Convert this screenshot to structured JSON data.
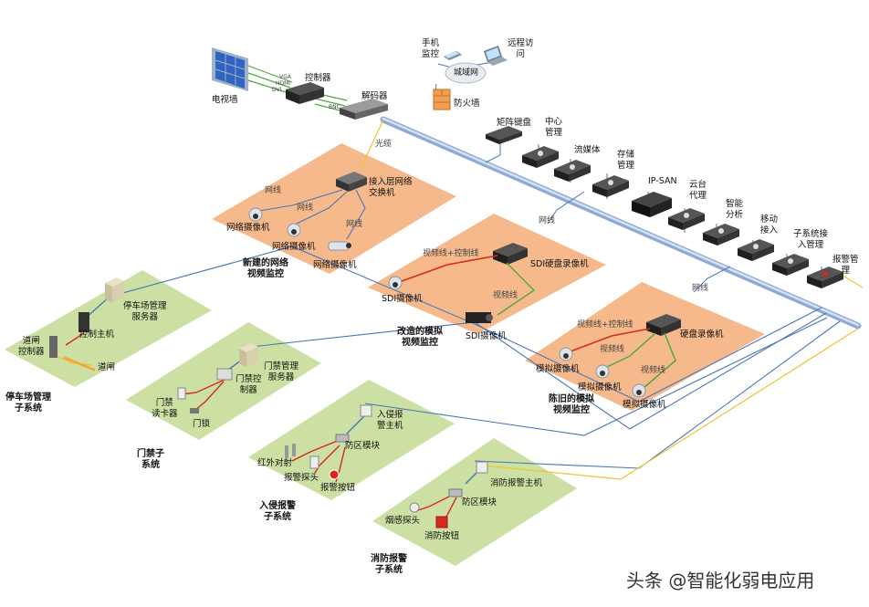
{
  "devices": {
    "tv_wall": "电视墙",
    "controller": "控制器",
    "decoder": "解码器",
    "firewall": "防火墙",
    "wan": "城域网",
    "mobile": "手机\n监控",
    "remote": "远程访\n问",
    "fiber": "光缆",
    "access_switch": "接入层网络\n交换机",
    "vga": "VGA",
    "hdmi": "HDMI",
    "dvi": "DVI",
    "bnc": "BNC"
  },
  "backbone": {
    "matrix_keyboard": "矩阵键盘",
    "center_mgmt": "中心\n管理",
    "streaming": "流媒体",
    "storage_mgmt": "存储\n管理",
    "ipsan": "IP-SAN",
    "ptz_proxy": "云台\n代理",
    "smart_analysis": "智能\n分析",
    "mobile_access": "移动\n接入",
    "subsys_access": "子系统接\n入管理",
    "alarm_mgmt": "报警管\n理"
  },
  "new_network": {
    "wire1": "网线",
    "wire2": "网线",
    "wire3": "网线",
    "cam1": "网络摄像机",
    "cam2": "网络摄像机",
    "cam3": "网络摄像机",
    "title": "新建的网络\n视频监控"
  },
  "sdi": {
    "uplink": "网线",
    "video_ctrl": "视频线+控制线",
    "video": "视频线",
    "recorder": "SDI硬盘录像机",
    "cam1": "SDI摄像机",
    "cam2": "SDI摄像机",
    "title": "改造的模拟\n视频监控"
  },
  "analog": {
    "uplink": "网线",
    "video_ctrl": "视频线+控制线",
    "video1": "视频线",
    "video2": "视频线",
    "recorder": "硬盘录像机",
    "cam1": "模拟摄像机",
    "cam2": "模拟摄像机",
    "cam3": "模拟摄像机",
    "title": "陈旧的模拟\n视频监控"
  },
  "parking": {
    "server": "停车场管理\n服务器",
    "host": "控制主机",
    "gate_ctrl": "道闸\n控制器",
    "gate": "道闸",
    "title": "停车场管理\n子系统"
  },
  "access": {
    "server": "门禁管理\n服务器",
    "controller": "门禁控\n制器",
    "reader": "门禁\n读卡器",
    "lock": "门锁",
    "title": "门禁子\n系统"
  },
  "intrusion": {
    "host": "入侵报\n警主机",
    "zone": "防区模块",
    "ir": "红外对射",
    "probe": "报警探头",
    "button": "报警按钮",
    "title": "入侵报警\n子系统"
  },
  "fire": {
    "host": "消防报警主机",
    "zone": "防区模块",
    "smoke": "烟感探头",
    "button": "消防按钮",
    "title": "消防报警\n子系统"
  },
  "watermark": "头条 @智能化弱电应用",
  "colors": {
    "zone_orange": "#f6b98c",
    "zone_green": "#cde0a3",
    "backbone": "#aac4e6",
    "net_line": "#4a76b8",
    "red_line": "#d42a1f",
    "green_line": "#52a843",
    "yellow_line": "#f2c230"
  }
}
